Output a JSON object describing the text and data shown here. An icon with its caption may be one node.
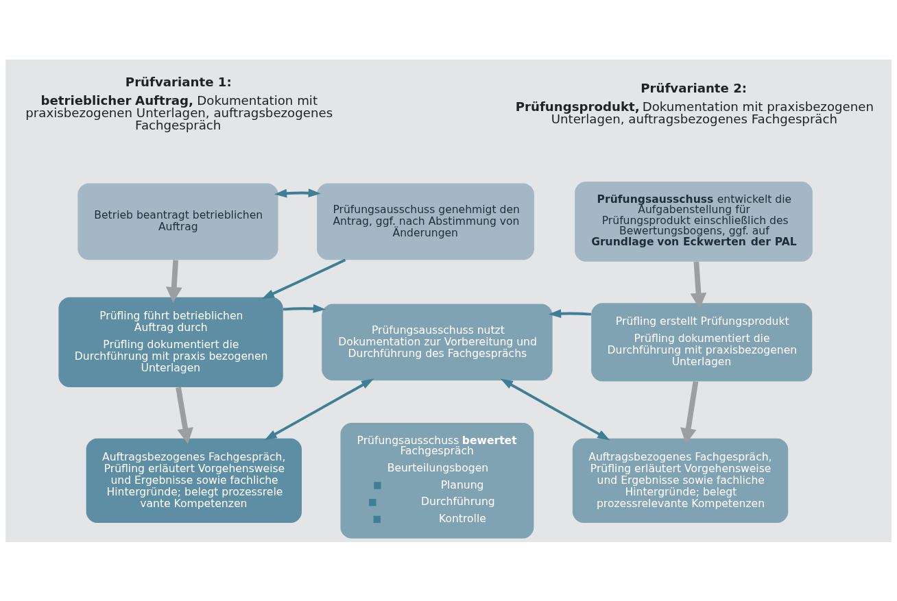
{
  "diagram": {
    "nodes": [
      {
        "text": [
          "Betrieb beantragt betrieblichen Auftrag"
        ]
      },
      {
        "text": [
          "Prüfungsausschuss genehmigt den Antrag, ggf. nach Abstimmung von Änderungen"
        ]
      },
      {
        "text": [
          "Prüfling führt betrieblichen Auftrag durch",
          "Prüfling dokumentiert die Durchführung mit praxis bezogenen Unterlagen"
        ]
      },
      {
        "text": [
          "Auftragsbezogenes Fachgespräch, Prüfling erläutert Vorgehensweise und Ergebnisse sowie fachliche Hintergründe; belegt prozessrele vante Kompetenzen"
        ]
      },
      {
        "text": [
          "Prüfungsausschuss nutzt Dokumentation zur Vorbereitung und Durchführung des Fachgesprächs"
        ]
      },
      {
        "text": [
          "Prüfungsausschuss **bewertet** Fachgespräch",
          "Beurteilungsbogen",
          "Planung",
          "Durchführung",
          "Kontrolle"
        ]
      },
      {
        "text": [
          "**Prüfungsausschuss** entwickelt die Aufgabenstellung für Prüfungsprodukt einschließlich des Bewertungsbogens, ggf. auf **Grundlage von Eckwerten der PAL**"
        ]
      },
      {
        "text": [
          "Prüfling erstellt Prüfungsprodukt",
          "Prüfling dokumentiert die Durchführung mit praxisbezogenen Unterlagen"
        ]
      },
      {
        "text": [
          "Auftragsbezogenes Fachgespräch, Prüfling erläutert Vorgehensweise und Ergebnisse sowie fachliche Hintergründe; belegt prozessrelevante Kompetenzen"
        ]
      }
    ],
    "edges": [
      {
        "from": 0,
        "to": 2,
        "arrow": "to",
        "style": "thick",
        "color": "#9d9ea2"
      },
      {
        "from": 2,
        "to": 3,
        "arrow": "to",
        "style": "thick",
        "color": "#9d9ea2"
      },
      {
        "from": 0,
        "to": 1,
        "arrow": "both"
      },
      {
        "from": 1,
        "to": 2,
        "arrow": "to"
      },
      {
        "from": 2,
        "to": 4,
        "arrow": "to"
      },
      {
        "from": 3,
        "to": 4,
        "arrow": "both"
      },
      {
        "from": 6,
        "to": 7,
        "arrow": "to",
        "style": "thick",
        "color": "#9d9ea2"
      },
      {
        "from": 7,
        "to": 8,
        "arrow": "to",
        "style": "thick",
        "color": "#9d9ea2"
      },
      {
        "from": 7,
        "to": 4,
        "arrow": "to"
      },
      {
        "from": 4,
        "to": 8,
        "arrow": "both"
      }
    ],
    "labels": [
      "Prüfvariante 1:",
      "**betrieblicher Auftrag,** Dokumentation mit praxisbezogenen Unterlagen, auftragsbezogenes Fachgespräch",
      "Prüfvariante 2:",
      "**Prüfungsprodukt,** Dokumentation mit praxisbezogenen Unterlagen, auftragsbezogenes Fachgespräch"
    ]
  }
}
